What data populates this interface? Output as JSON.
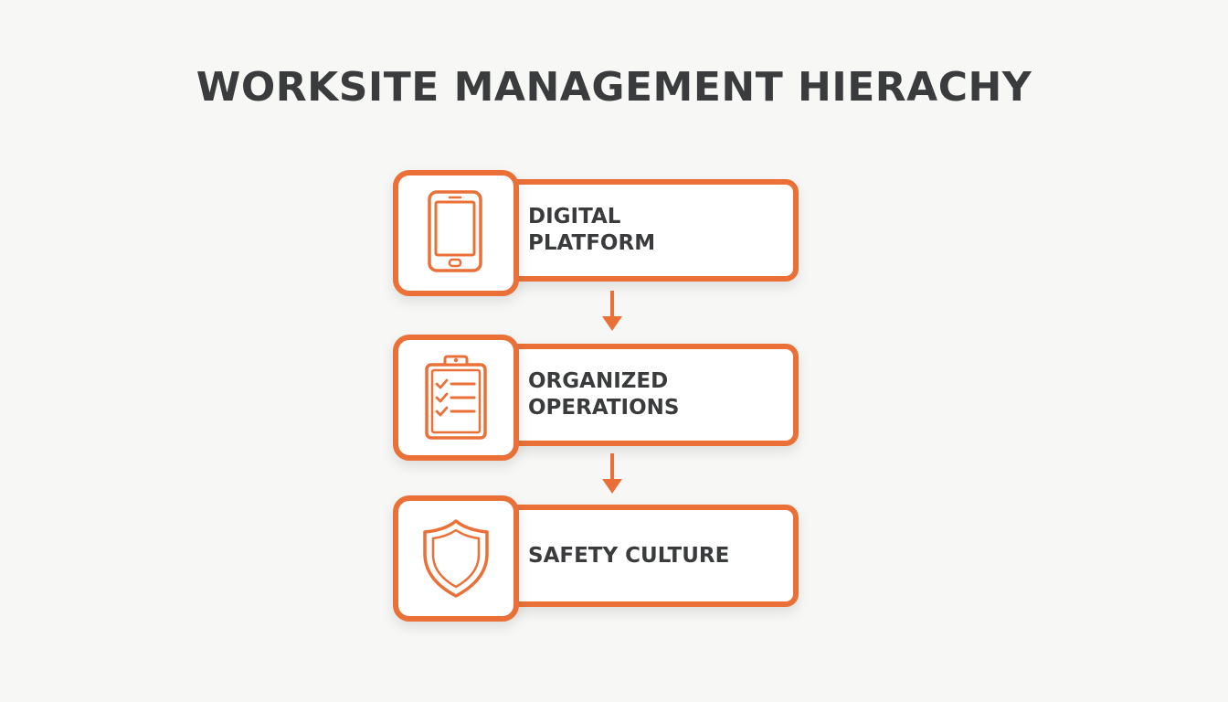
{
  "title": "WORKSITE MANAGEMENT HIERACHY",
  "accent_color": "#ea7038",
  "steps": [
    {
      "label": "DIGITAL\nPLATFORM",
      "icon": "smartphone-icon"
    },
    {
      "label": "ORGANIZED\nOPERATIONS",
      "icon": "clipboard-checklist-icon"
    },
    {
      "label": "SAFETY CULTURE",
      "icon": "shield-icon"
    }
  ]
}
